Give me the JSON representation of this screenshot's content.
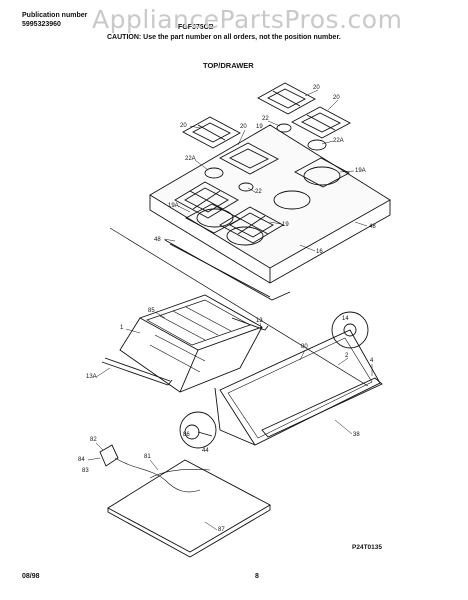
{
  "header": {
    "publication_label": "Publication number",
    "publication_number": "5995323960",
    "model": "FGF376CB",
    "caution": "CAUTION: Use the part number on all orders, not the position number."
  },
  "watermark": "AppliancePartsPros.com",
  "section_title": "TOP/DRAWER",
  "callouts": {
    "top": [
      {
        "label": "20"
      },
      {
        "label": "20"
      },
      {
        "label": "20"
      },
      {
        "label": "20"
      },
      {
        "label": "22"
      },
      {
        "label": "22A"
      },
      {
        "label": "19"
      },
      {
        "label": "22A"
      },
      {
        "label": "19A"
      },
      {
        "label": "22"
      },
      {
        "label": "19A"
      },
      {
        "label": "19"
      },
      {
        "label": "48"
      },
      {
        "label": "48"
      },
      {
        "label": "16"
      }
    ],
    "drawer": [
      {
        "label": "85"
      },
      {
        "label": "1"
      },
      {
        "label": "13"
      },
      {
        "label": "13A"
      },
      {
        "label": "14"
      },
      {
        "label": "80"
      },
      {
        "label": "2"
      },
      {
        "label": "4"
      },
      {
        "label": "38"
      },
      {
        "label": "86"
      },
      {
        "label": "44"
      },
      {
        "label": "82"
      },
      {
        "label": "84"
      },
      {
        "label": "83"
      },
      {
        "label": "81"
      },
      {
        "label": "87"
      }
    ]
  },
  "figure_code": "P24T0135",
  "footer": {
    "date": "08/98",
    "page": "8"
  }
}
